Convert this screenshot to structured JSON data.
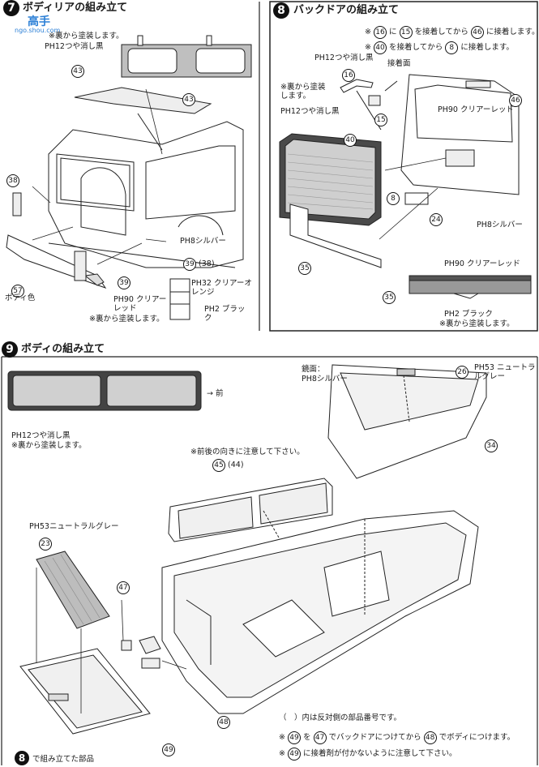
{
  "watermark": {
    "logo": "高手",
    "domain": "ngo.shou.com"
  },
  "step7": {
    "number": "7",
    "title": "ボディリアの組み立て",
    "note_paint_back": "※裏から塗装します。",
    "glass_paint": "PH12つや消し黒",
    "glass_part": "43",
    "spoiler_part": "43",
    "lamp_part": "38",
    "bumper_part": "57",
    "bumper_color": "ボディ色",
    "silver_paint": "PH8シルバー",
    "part39": "39",
    "lamp_ref_a": "39",
    "lamp_ref_b": "(38)",
    "clear_orange": "PH32 クリアーオレンジ",
    "clear_red": "PH90 クリアーレッド",
    "black": "PH2 ブラック",
    "note_paint_back2": "※裏から塗装します。"
  },
  "step8": {
    "number": "8",
    "title": "バックドアの組み立て",
    "note1_a": "16",
    "note1_b": "15",
    "note1_c": "46",
    "note1_text1": "に",
    "note1_text2": "を接着してから",
    "note1_text3": "に接着します。",
    "note2_a": "40",
    "note2_b": "8",
    "note2_text1": "を接着してから",
    "note2_text2": "に接着します。",
    "gloss_black": "PH12つや消し黒",
    "part16": "16",
    "part15": "15",
    "paint_back_note": "※裏から塗装します。",
    "gloss_black2": "PH12つや消し黒",
    "adhesive_face": "接着面",
    "part46": "46",
    "clear_red": "PH90 クリアーレッド",
    "part40": "40",
    "part8": "8",
    "part24": "24",
    "silver": "PH8シルバー",
    "part35": "35",
    "clear_red2": "PH90 クリアーレッド",
    "part35b": "35",
    "black": "PH2 ブラック",
    "paint_back_note2": "※裏から塗装します。"
  },
  "step9": {
    "number": "9",
    "title": "ボディの組み立て",
    "front_arrow": "→ 前",
    "gloss_black": "PH12つや消し黒",
    "paint_back_note": "※裏から塗装します。",
    "mirror_face": "鏡面：",
    "silver": "PH8シルバー",
    "part26": "26",
    "neutral_gray": "PH53 ニュートラルグレー",
    "part34": "34",
    "orientation_note": "※前後の向きに注意して下さい。",
    "part45": "45",
    "part44": "(44)",
    "neutral_gray2": "PH53ニュートラルグレー",
    "part23": "23",
    "part47": "47",
    "part48": "48",
    "part49": "49",
    "legend1": "（　）内は反対側の部品番号です。",
    "legend2_a": "49",
    "legend2_b": "47",
    "legend2_c": "48",
    "legend2_text1": "を",
    "legend2_text2": "でバックドアにつけてから",
    "legend2_text3": "でボディにつけます。",
    "legend3_a": "49",
    "legend3_text": "に接着剤が付かないように注意して下さい。",
    "footer_step": "8",
    "footer_text": "で組み立てた部品"
  }
}
